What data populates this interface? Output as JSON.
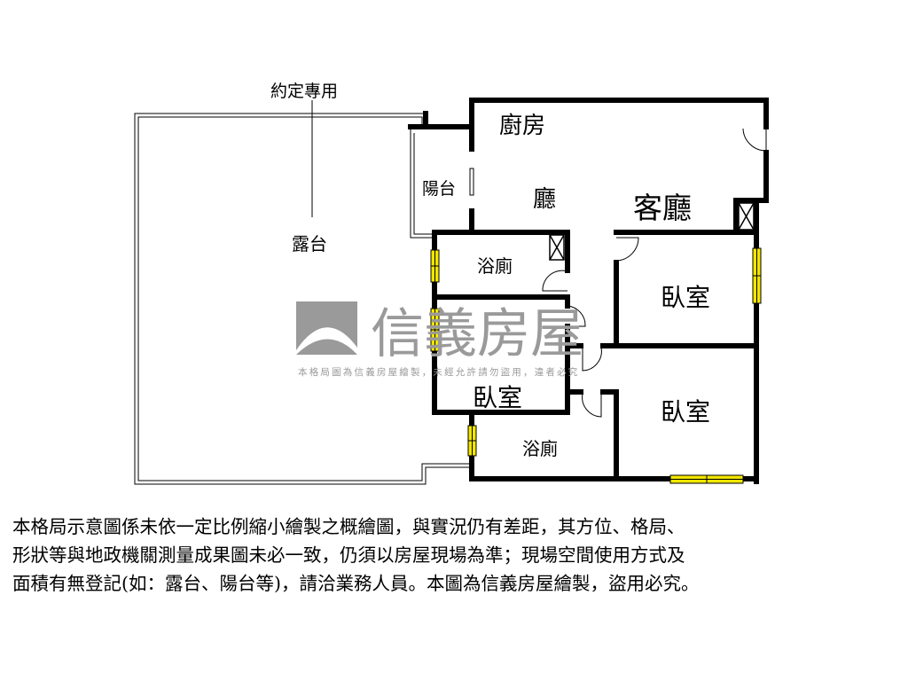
{
  "plan": {
    "labels": {
      "reserved_use": "約定專用",
      "terrace": "露台",
      "balcony": "陽台",
      "kitchen": "廚房",
      "hall": "廳",
      "living_room": "客廳",
      "bath_1": "浴廁",
      "bath_2": "浴廁",
      "bedroom_1": "臥室",
      "bedroom_2": "臥室",
      "bedroom_3": "臥室"
    },
    "colors": {
      "wall": "#000000",
      "window": "#f2e600",
      "watermark": "#9a9a9a"
    }
  },
  "watermark": {
    "brand": "信義房屋",
    "notice": "本格局圖為信義房屋繪製，未經允許請勿盜用，違者必究"
  },
  "disclaimer": {
    "lines": [
      "本格局示意圖係未依一定比例縮小繪製之概繪圖，與實況仍有差距，其方位、格局、",
      "形狀等與地政機關測量成果圖未必一致，仍須以房屋現場為準；現場空間使用方式及",
      "面積有無登記(如：露台、陽台等)，請洽業務人員。本圖為信義房屋繪製，盜用必究。"
    ]
  }
}
